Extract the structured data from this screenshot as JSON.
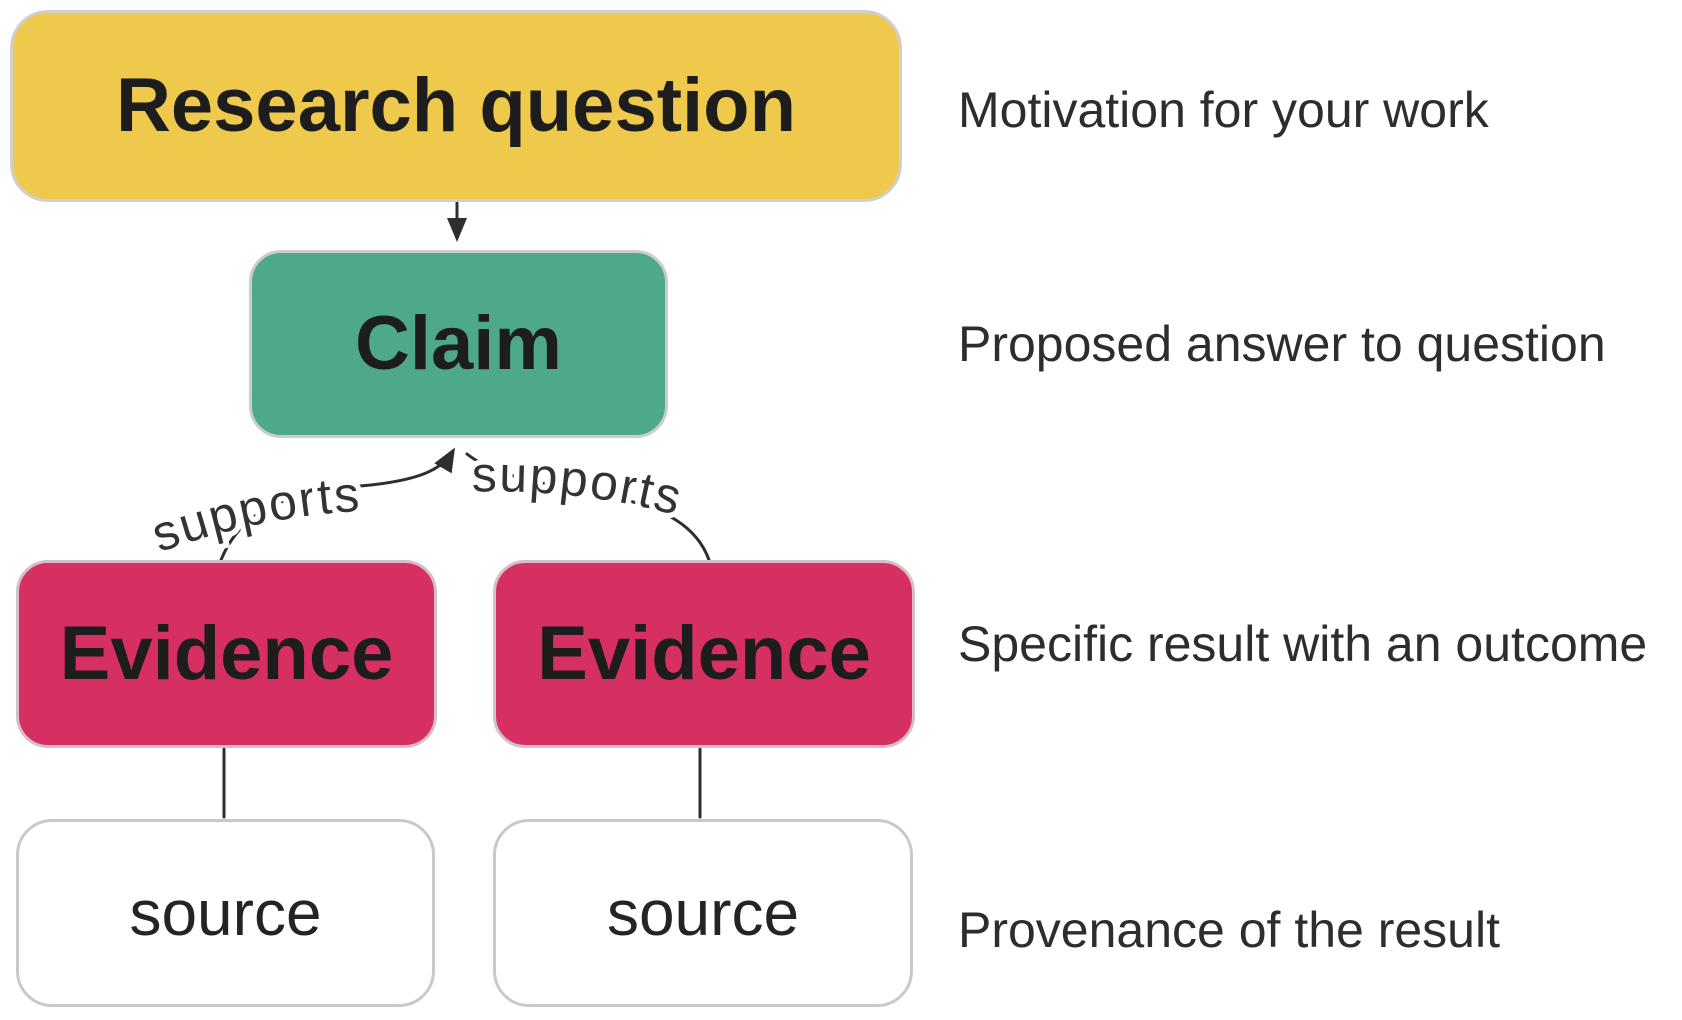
{
  "diagram": {
    "colors": {
      "research_question_fill": "#efc94c",
      "claim_fill": "#4da88c",
      "evidence_fill": "#d62f61",
      "source_fill": "#ffffff",
      "box_border": "#cccccc",
      "arrow_stroke": "#2e2e2e",
      "node_label_text": "#1d1d1d",
      "annotation_text": "#2d2d2d"
    },
    "nodes": {
      "research_question": {
        "label": "Research question"
      },
      "claim": {
        "label": "Claim"
      },
      "evidence_left": {
        "label": "Evidence"
      },
      "evidence_right": {
        "label": "Evidence"
      },
      "source_left": {
        "label": "source"
      },
      "source_right": {
        "label": "source"
      }
    },
    "edges": {
      "supports_left": "supports",
      "supports_right": "supports"
    },
    "annotations": [
      {
        "text": "Motivation for your work"
      },
      {
        "text": "Proposed answer to question"
      },
      {
        "text": "Specific result with an outcome"
      },
      {
        "text": "Provenance of the result"
      }
    ]
  }
}
